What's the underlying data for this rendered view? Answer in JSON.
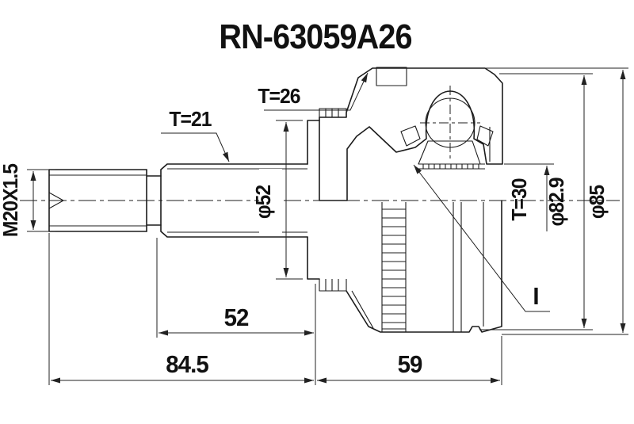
{
  "title": "RN-63059A26",
  "annotations": {
    "outer_ring_teeth": "T=26",
    "shaft_spline_teeth": "T=21",
    "thread_spec": "M20X1.5",
    "stem_diameter": "φ52",
    "inner_race_teeth": "T=30",
    "ring_diameter": "φ82.9",
    "outer_diameter": "φ85",
    "spline_length": "52",
    "shaft_length": "84.5",
    "housing_length": "59",
    "detail_mark": "I"
  },
  "colors": {
    "background": "#ffffff",
    "line": "#1c1c1c"
  }
}
